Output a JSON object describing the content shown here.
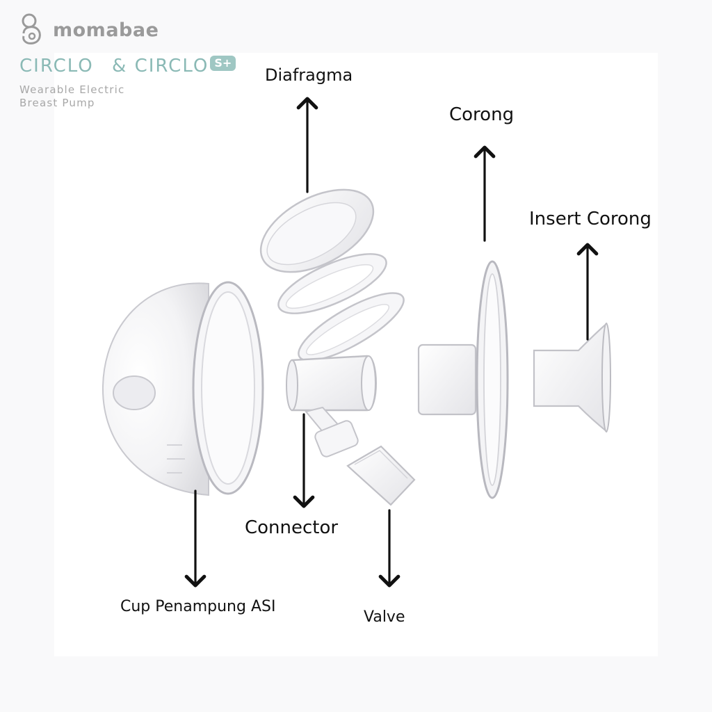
{
  "brand": {
    "name": "momabae",
    "product_name_1": "CIRCLO",
    "ampersand": "&",
    "product_name_2": "CIRCLO",
    "product_badge": "S+",
    "tagline_line1": "Wearable Electric",
    "tagline_line2": "Breast Pump"
  },
  "parts": {
    "diafragma": "Diafragma",
    "corong": "Corong",
    "insert_corong": "Insert Corong",
    "connector": "Connector",
    "cup": "Cup Penampung ASI",
    "valve": "Valve"
  },
  "colors": {
    "background": "#f9f9fa",
    "canvas": "#ffffff",
    "brand_gray": "#9a9a9a",
    "product_teal": "#8ab9b5",
    "label_text": "#111111",
    "arrow": "#111111"
  }
}
